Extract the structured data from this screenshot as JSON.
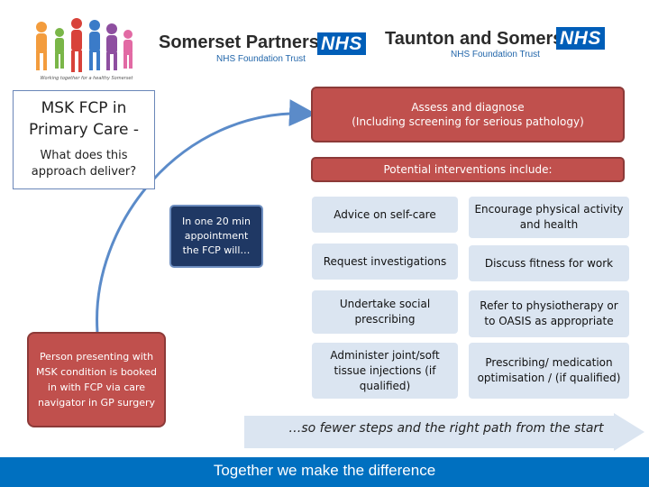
{
  "header": {
    "people_logo_tagline": "Working together for a healthy Somerset",
    "org1": {
      "name": "Somerset Partnership",
      "badge": "NHS",
      "subtitle": "NHS Foundation Trust"
    },
    "org2": {
      "name": "Taunton and Somerset",
      "badge": "NHS",
      "subtitle": "NHS Foundation Trust"
    }
  },
  "title": {
    "main": "MSK FCP in Primary Care -",
    "sub": "What does this approach deliver?"
  },
  "assess": {
    "line1": "Assess and diagnose",
    "line2": "(Including screening for serious pathology)"
  },
  "potential": "Potential interventions include:",
  "fcp_box": "In one 20 min appointment the FCP will…",
  "person_box": "Person presenting with MSK condition is booked in with FCP via care navigator in GP surgery",
  "interventions": [
    "Advice on self-care",
    "Encourage physical activity and health",
    "Request investigations",
    "Discuss fitness for work",
    "Undertake social prescribing",
    "Refer to physiotherapy or to OASIS as appropriate",
    "Administer joint/soft tissue injections (if qualified)",
    "Prescribing/ medication optimisation / (if qualified)"
  ],
  "outcome": "…so fewer steps and the right path from the start",
  "footer": "Together we make the difference",
  "colors": {
    "red_box": "#c0504d",
    "navy_box": "#1f3864",
    "intervention_fill": "#dbe5f1",
    "footer_blue": "#0070c0",
    "nhs_blue": "#005eb8",
    "curve": "#5b8bc9"
  }
}
